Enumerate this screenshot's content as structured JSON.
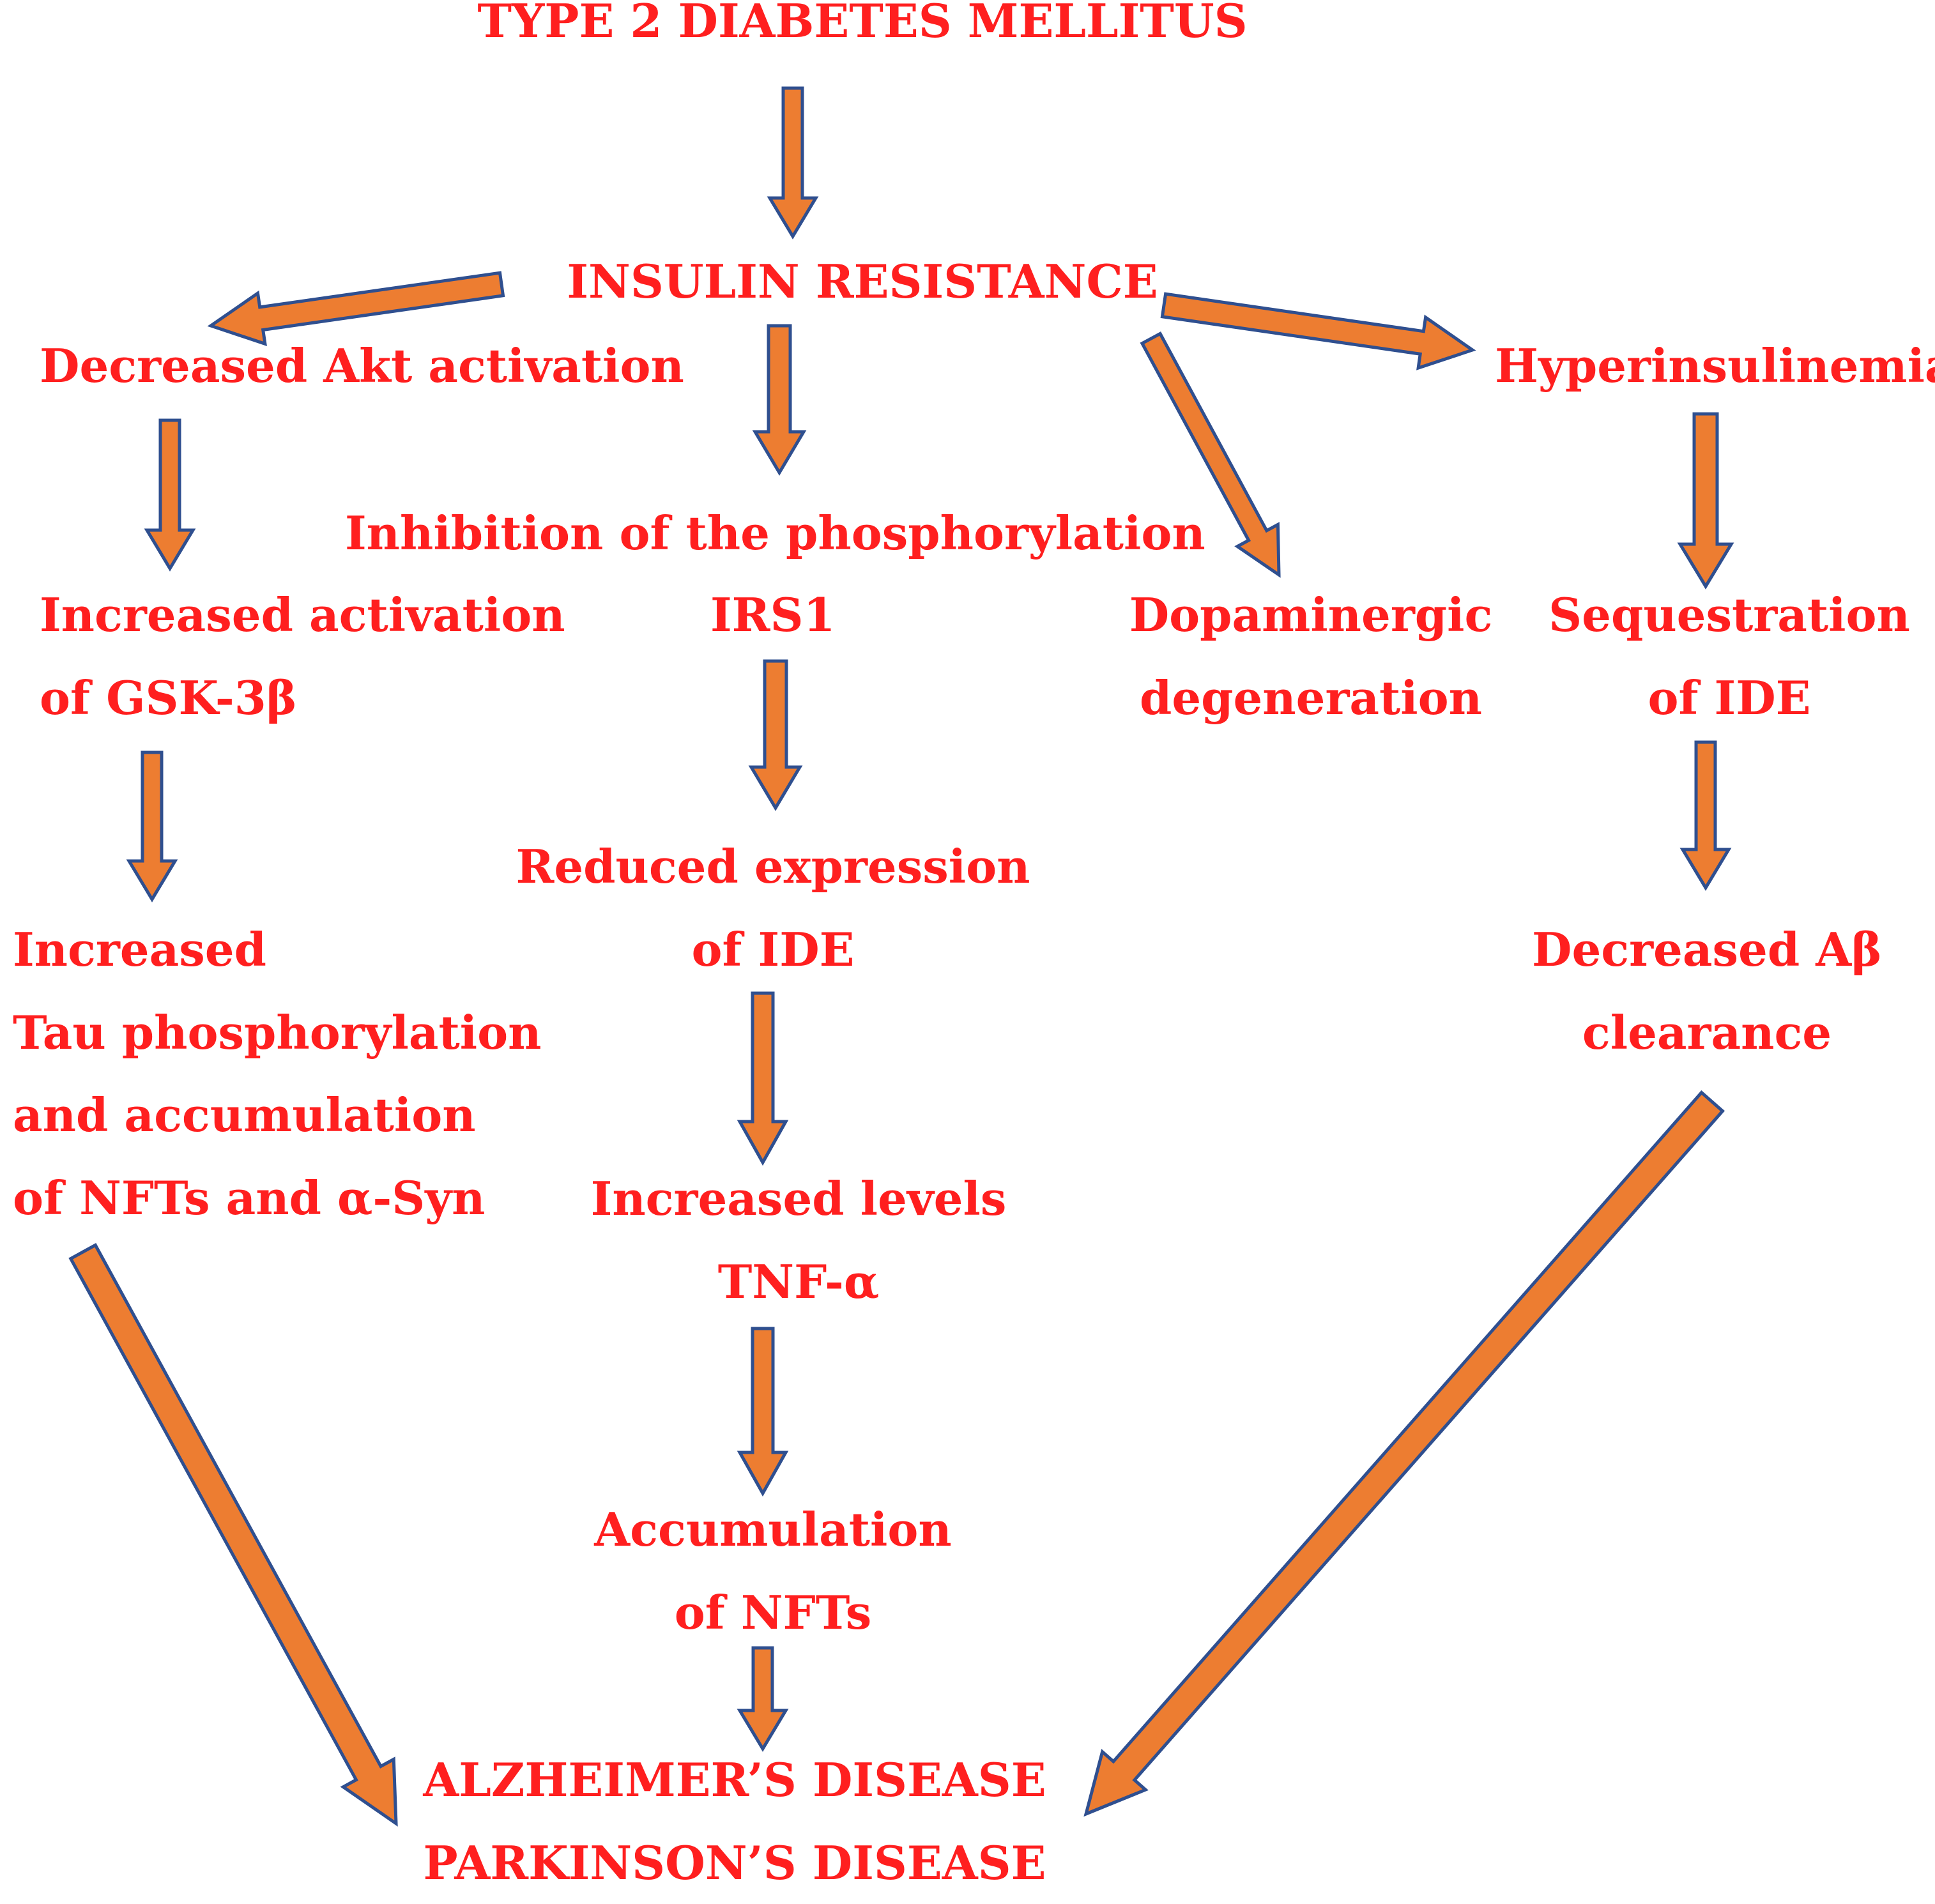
{
  "colors": {
    "text": "#ff1f1f",
    "arrow_fill": "#ed7d31",
    "arrow_stroke": "#2f4f8f"
  },
  "nodes": {
    "t2dm": "TYPE 2 DIABETES MELLITUS",
    "insulin_resistance": "INSULIN RESISTANCE",
    "decreased_akt": "Decreased Akt activation",
    "hyperinsulinemia": "Hyperinsulinemia",
    "inhibition_phosphorylation": "Inhibition of the phosphorylation",
    "irs1": "IRS1",
    "increased_gsk": "Increased activation\nof GSK-3β",
    "dopaminergic": "Dopaminergic\ndegeneration",
    "sequestration_ide": "Sequestration\nof IDE",
    "reduced_ide": "Reduced expression\nof IDE",
    "tau": "Increased\nTau phosphorylation\nand accumulation\nof NFTs and α-Syn",
    "decreased_abeta": "Decreased Aβ\nclearance",
    "tnf": "Increased levels\nTNF-α",
    "nft_accumulation": "Accumulation\nof NFTs",
    "outcome": "ALZHEIMER’S DISEASE\nPARKINSON’S DISEASE"
  }
}
